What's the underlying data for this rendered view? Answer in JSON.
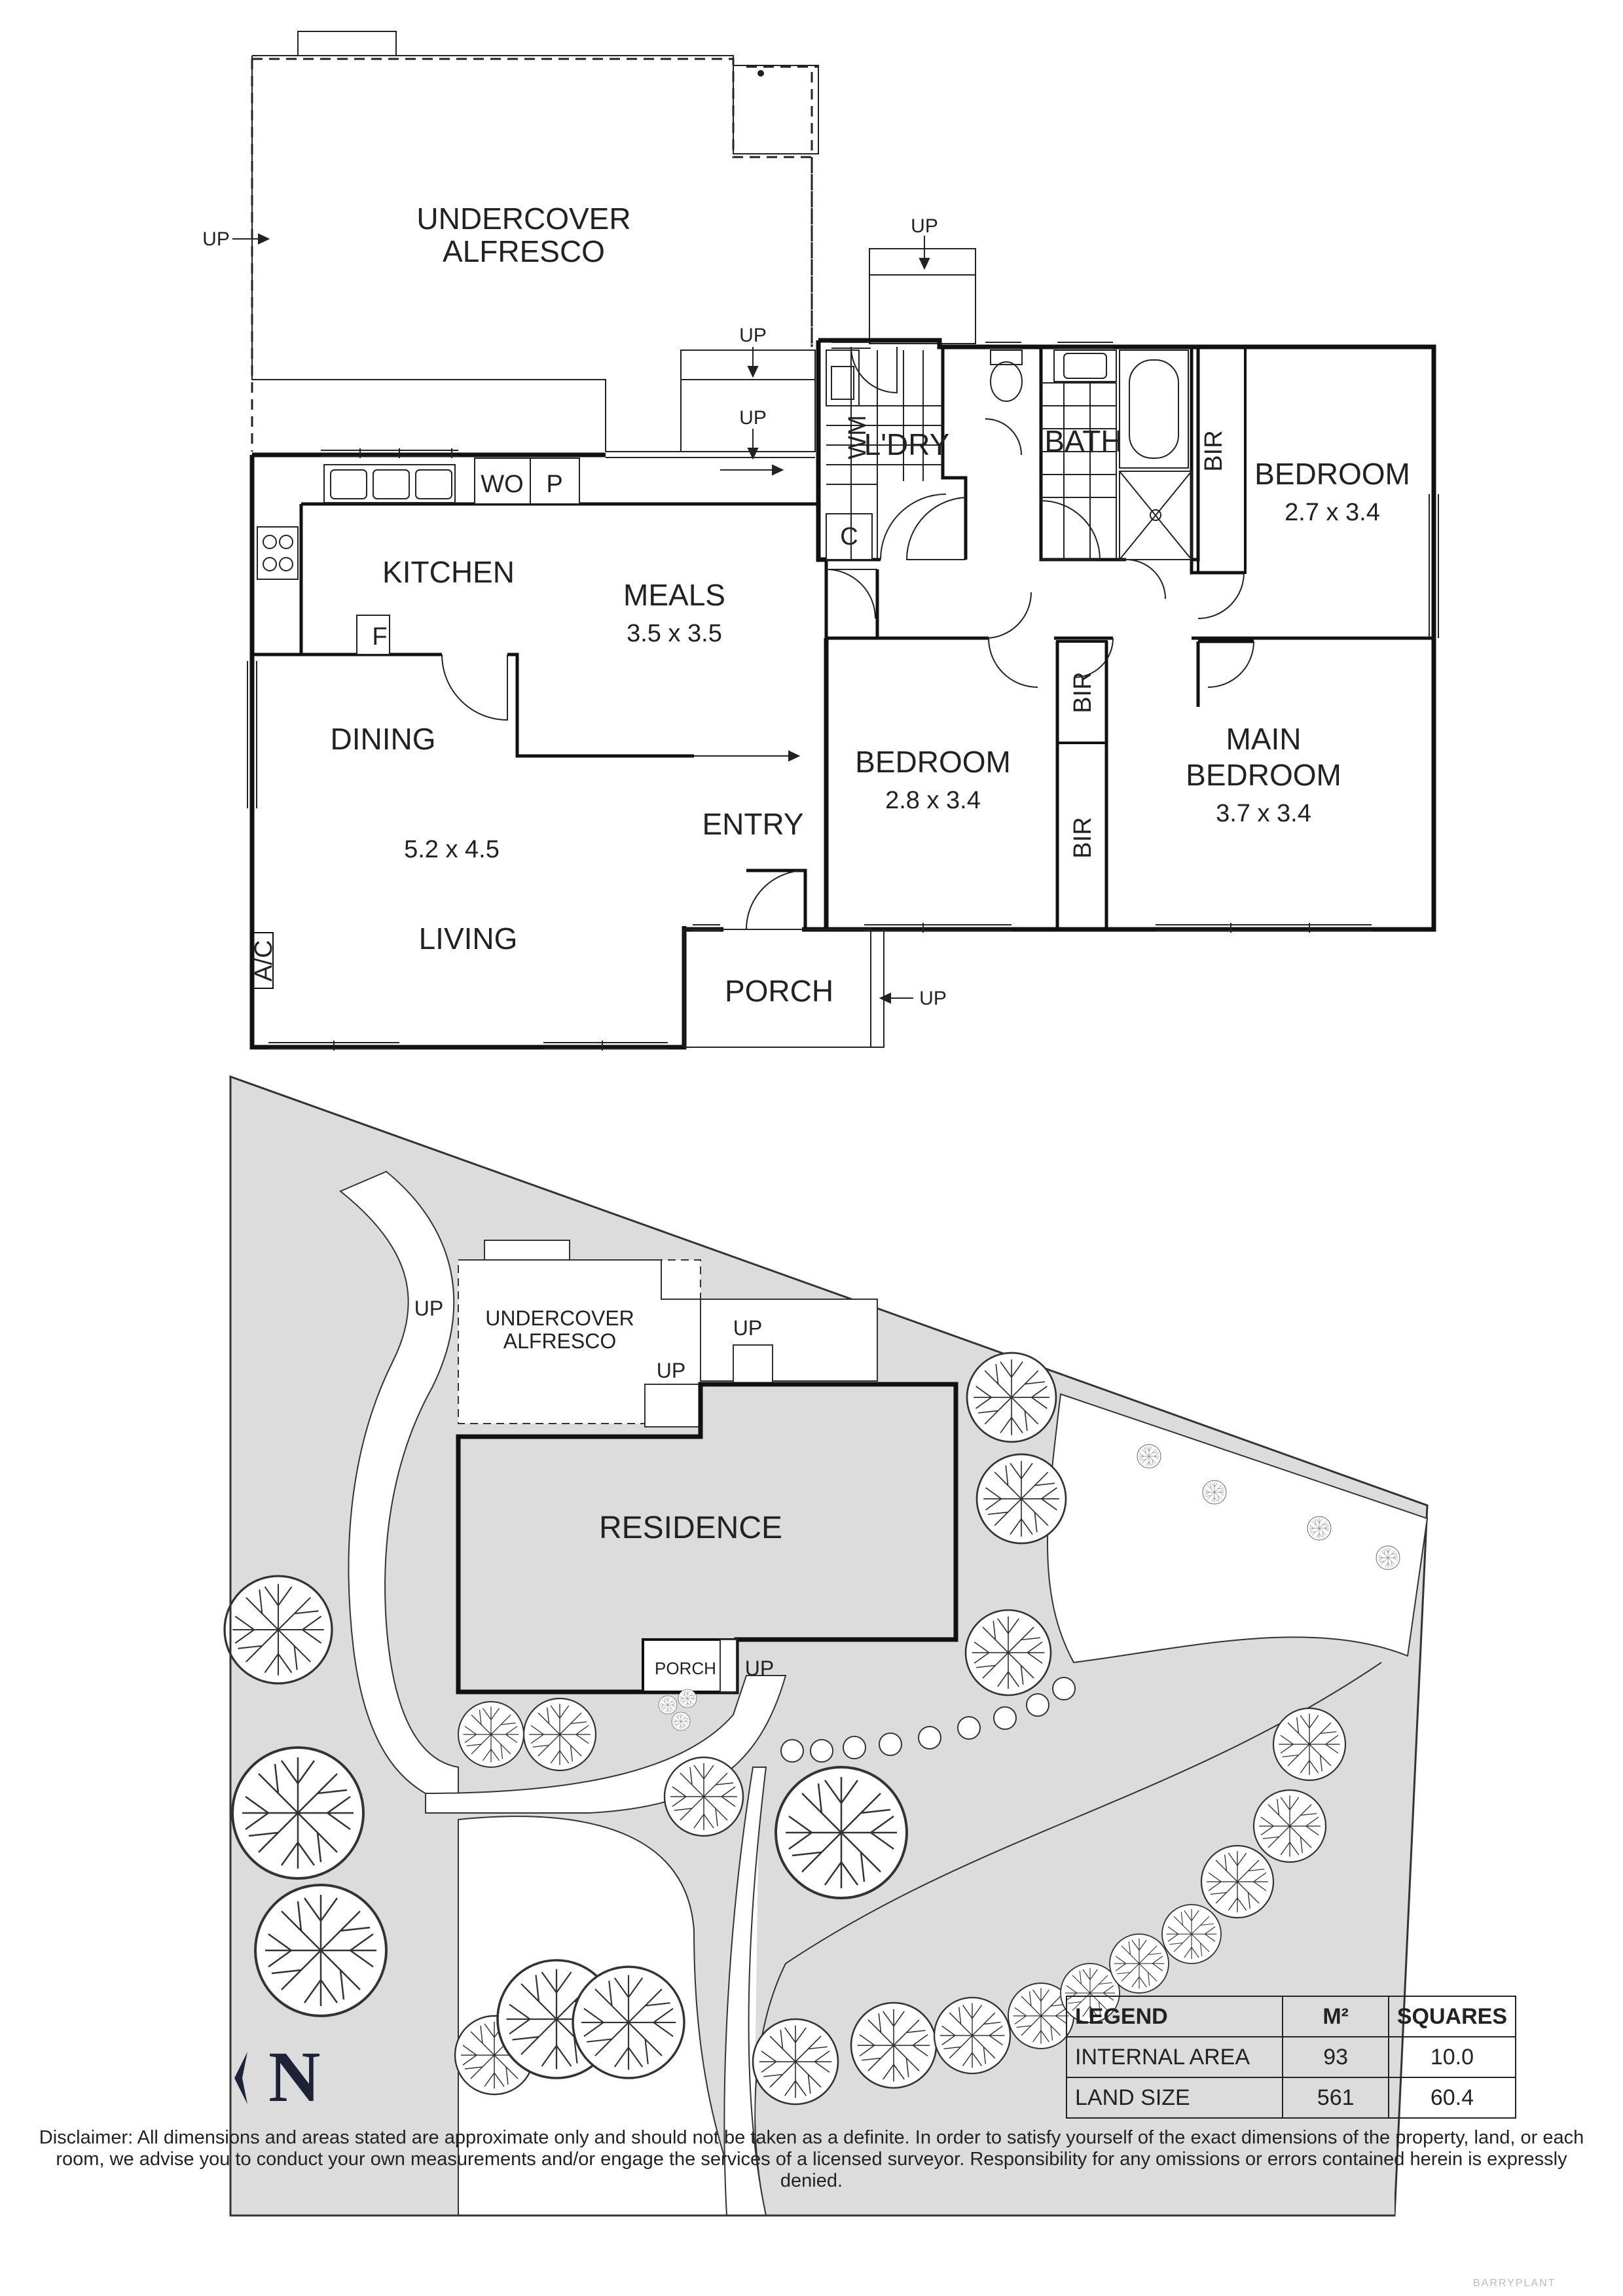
{
  "floorplan": {
    "rooms": {
      "alfresco": "UNDERCOVER\nALFRESCO",
      "laundry": "L'DRY",
      "bath": "BATH",
      "bedroom_ne": "BEDROOM",
      "bedroom_ne_dim": "2.7 x 3.4",
      "kitchen": "KITCHEN",
      "meals": "MEALS",
      "meals_dim": "3.5 x 3.5",
      "dining": "DINING",
      "living_dim": "5.2 x 4.5",
      "living": "LIVING",
      "entry": "ENTRY",
      "bedroom_mid": "BEDROOM",
      "bedroom_mid_dim": "2.8 x 3.4",
      "main_bedroom_1": "MAIN",
      "main_bedroom_2": "BEDROOM",
      "main_bedroom_dim": "3.7 x 3.4",
      "porch": "PORCH"
    },
    "fixtures": {
      "wo": "WO",
      "p": "P",
      "f": "F",
      "c": "C",
      "wm": "WM",
      "ac": "A/C",
      "bir": "BIR"
    },
    "steps_label": "UP"
  },
  "siteplan": {
    "alfresco_1": "UNDERCOVER",
    "alfresco_2": "ALFRESCO",
    "residence": "RESIDENCE",
    "porch": "PORCH",
    "steps_label": "UP"
  },
  "legend": {
    "header": [
      "LEGEND",
      "M²",
      "SQUARES"
    ],
    "rows": [
      {
        "label": "INTERNAL AREA",
        "m2": "93",
        "squares": "10.0"
      },
      {
        "label": "LAND SIZE",
        "m2": "561",
        "squares": "60.4"
      }
    ]
  },
  "north_label": "N",
  "disclaimer": "Disclaimer: All dimensions and areas stated are approximate only and should not be taken as a definite. In order to satisfy yourself of the exact dimensions of the property, land, or each room, we advise you to conduct your own measurements and/or engage the services of a licensed surveyor. Responsibility for any omissions or errors contained herein is expressly denied.",
  "brand": "BARRYPLANT"
}
